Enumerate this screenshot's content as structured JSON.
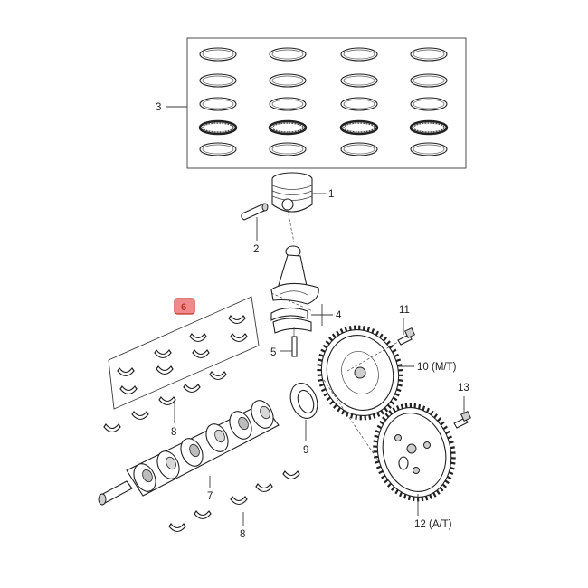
{
  "callouts": {
    "c1": "1",
    "c2": "2",
    "c3": "3",
    "c4": "4",
    "c5": "5",
    "c6": "6",
    "c7": "7",
    "c8a": "8",
    "c8b": "8",
    "c9": "9",
    "c10": "10 (M/T)",
    "c11": "11",
    "c12": "12  (A/T)",
    "c13": "13"
  },
  "highlight": {
    "callout": "6",
    "color": "#f08a8a",
    "border": "#c0302a"
  }
}
